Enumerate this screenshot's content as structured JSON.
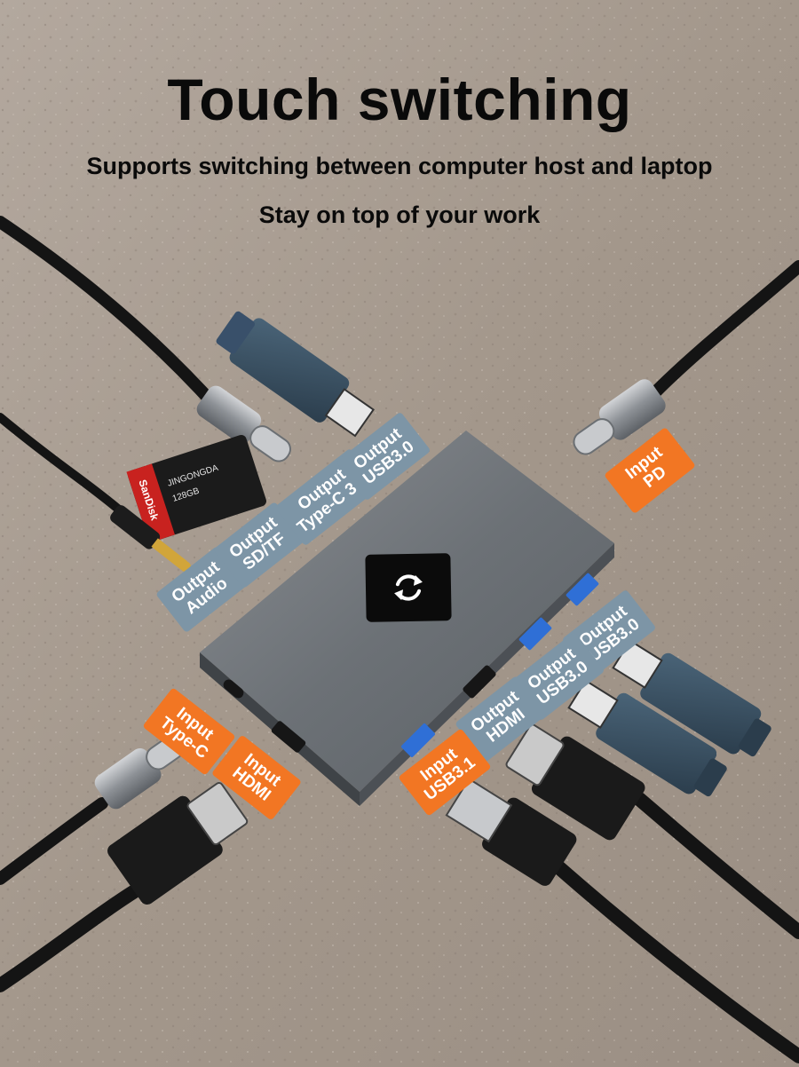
{
  "heading": {
    "title": "Touch switching",
    "subtitle": "Supports switching between computer host and laptop",
    "tagline": "Stay on top of your work"
  },
  "device": {
    "switch_icon": "refresh-cycle-icon",
    "body_color": "#6f7479",
    "accent_blue": "#2f6fd6"
  },
  "labels": {
    "output_audio": {
      "kind": "Output",
      "port": "Audio"
    },
    "output_sdtf": {
      "kind": "Output",
      "port": "SD/TF"
    },
    "output_typec": {
      "kind": "Output",
      "port": "Type-C 3.0"
    },
    "output_usb3_top": {
      "kind": "Output",
      "port": "USB3.0"
    },
    "input_pd": {
      "kind": "Input",
      "port": "PD"
    },
    "output_usb3_right1": {
      "kind": "Output",
      "port": "USB3.0"
    },
    "output_usb3_right2": {
      "kind": "Output",
      "port": "USB3.0"
    },
    "output_hdmi": {
      "kind": "Output",
      "port": "HDMI"
    },
    "input_usb31": {
      "kind": "Input",
      "port": "USB3.1"
    },
    "input_typec": {
      "kind": "Input",
      "port": "Type-C"
    },
    "input_hdmi": {
      "kind": "Input",
      "port": "HDMI"
    }
  },
  "sd_card": {
    "brand": "SanDisk",
    "label": "JINGONGDA",
    "capacity": "128GB"
  },
  "colors": {
    "output_tag": "#7d95a6",
    "input_tag": "#f27623",
    "background": "#a79a8f"
  }
}
